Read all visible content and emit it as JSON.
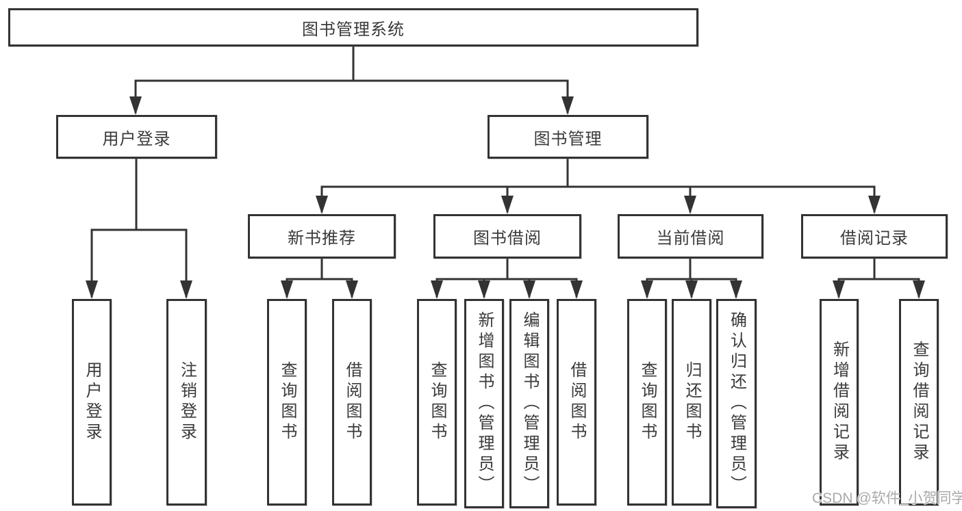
{
  "nodes": {
    "root": "图书管理系统",
    "user_login": "用户登录",
    "book_management": "图书管理",
    "new_book_recommend": "新书推荐",
    "book_borrowing": "图书借阅",
    "current_borrowing": "当前借阅",
    "borrowing_records": "借阅记录",
    "leaf_user_login": "用户登录",
    "leaf_logout": "注销登录",
    "leaf_nb_query_books": "查询图书",
    "leaf_nb_borrow_books": "借阅图书",
    "leaf_bb_query_books": "查询图书",
    "leaf_bb_add_books_admin": "新增图书（管理员）",
    "leaf_bb_edit_books_admin": "编辑图书（管理员）",
    "leaf_bb_borrow_books": "借阅图书",
    "leaf_cb_query_books": "查询图书",
    "leaf_cb_return_books": "归还图书",
    "leaf_cb_confirm_return_admin": "确认归还（管理员）",
    "leaf_br_add_record": "新增借阅记录",
    "leaf_br_query_record": "查询借阅记录"
  },
  "watermark": "CSDN @软件_小贺同学",
  "colors": {
    "line": "#333333",
    "text": "#3a3a3a",
    "box_fill": "#ffffff",
    "watermark": "#a9a9a9",
    "background": "#ffffff"
  }
}
